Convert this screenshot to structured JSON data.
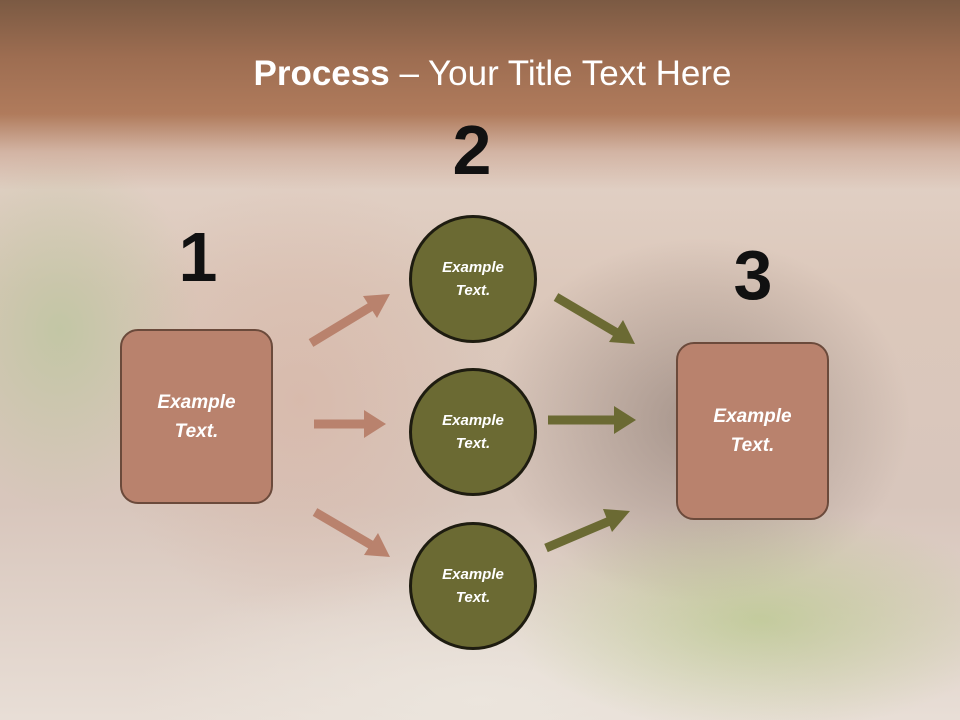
{
  "title": {
    "bold": "Process",
    "rest": " – Your Title Text Here"
  },
  "steps": [
    "1",
    "2",
    "3"
  ],
  "left_box": {
    "text": "Example Text."
  },
  "circles": [
    {
      "text": "Example Text."
    },
    {
      "text": "Example Text."
    },
    {
      "text": "Example Text."
    }
  ],
  "right_box": {
    "text": "Example Text."
  },
  "colors": {
    "header": "#9d6d51",
    "box_fill": "#b9826d",
    "circle_fill": "#6b6a33",
    "left_arrow": "#b9826d",
    "right_arrow": "#6b6a33"
  }
}
